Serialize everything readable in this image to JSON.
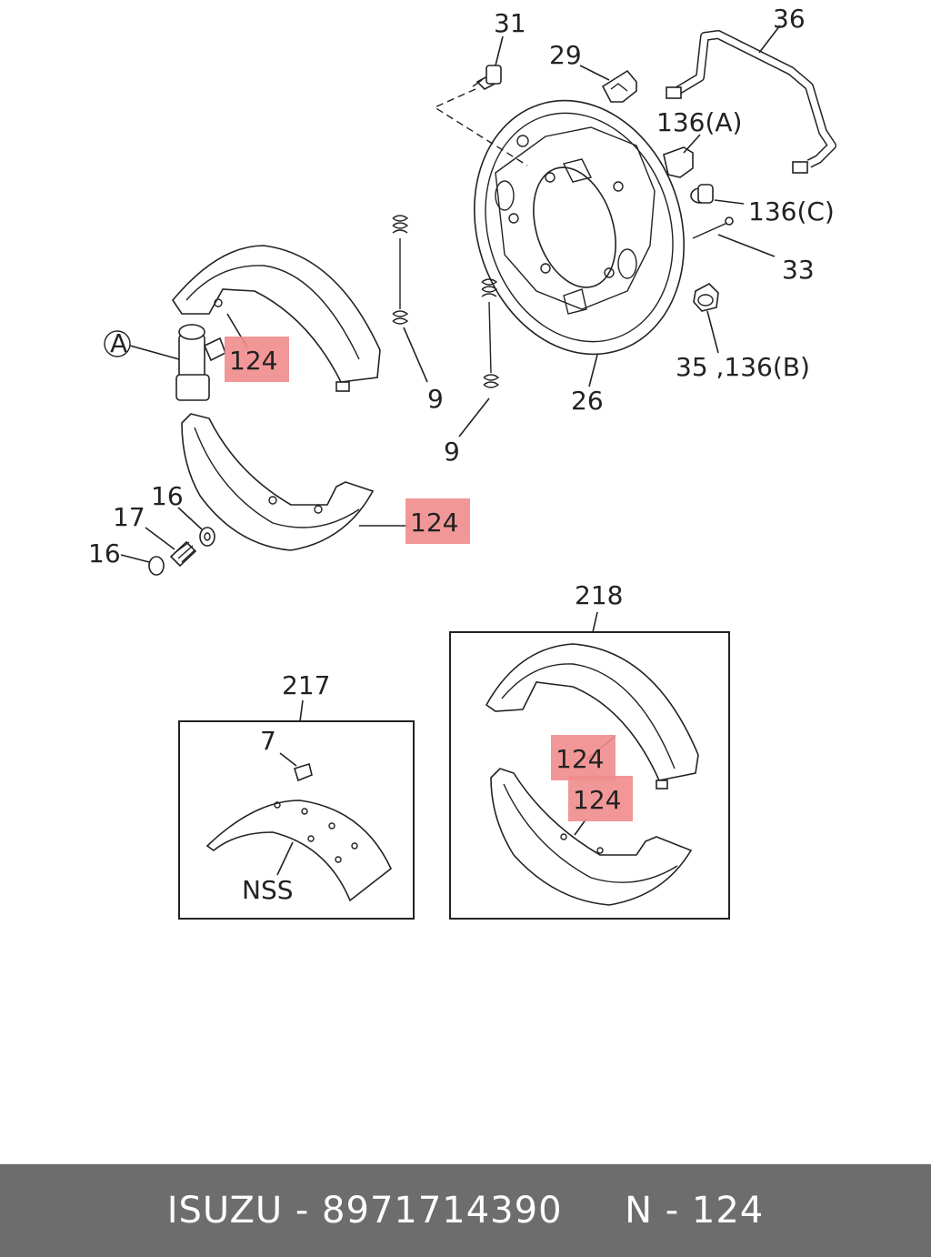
{
  "labels": {
    "p31": "31",
    "p29": "29",
    "p36": "36",
    "p136a": "136(A)",
    "p136c": "136(C)",
    "p33": "33",
    "p35": "35 ,136(B)",
    "p26": "26",
    "p9a": "9",
    "p9b": "9",
    "pA": "A",
    "p124a": "124",
    "p124b": "124",
    "p16a": "16",
    "p17": "17",
    "p16b": "16",
    "p218": "218",
    "p124c": "124",
    "p124d": "124",
    "p217": "217",
    "p7": "7",
    "pNSS": "NSS"
  },
  "colors": {
    "highlight": "#f08c8c",
    "footer_bg": "#6d6d6d",
    "footer_text": "#ffffff"
  },
  "footer": {
    "text": "ISUZU - 8971714390     N - 124"
  }
}
